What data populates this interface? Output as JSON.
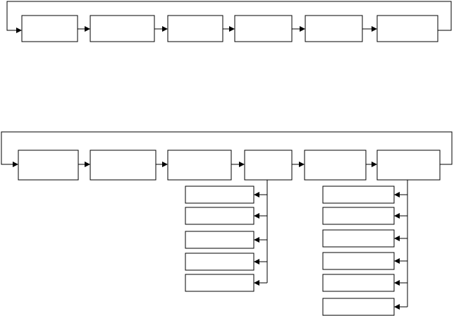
{
  "diagram": {
    "flows": [
      {
        "id": "top-flow",
        "kind": "cycle",
        "stage_count": 6,
        "stage_labels": [
          "",
          "",
          "",
          "",
          "",
          ""
        ],
        "loop_back": true
      },
      {
        "id": "bottom-flow",
        "kind": "cycle",
        "stage_count": 6,
        "stage_labels": [
          "",
          "",
          "",
          "",
          "",
          ""
        ],
        "loop_back": true,
        "branches": [
          {
            "from_stage": 4,
            "child_count": 5,
            "child_labels": [
              "",
              "",
              "",
              "",
              ""
            ]
          },
          {
            "from_stage": 6,
            "child_count": 6,
            "child_labels": [
              "",
              "",
              "",
              "",
              "",
              ""
            ]
          }
        ]
      }
    ],
    "colors": {
      "line": "#000000",
      "box_fill": "#ffffff",
      "background": "#ffffff"
    }
  }
}
